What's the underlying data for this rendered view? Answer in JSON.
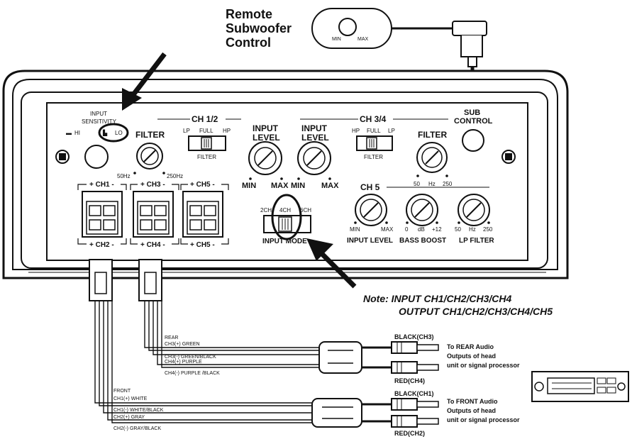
{
  "remote": {
    "title_line1": "Remote",
    "title_line2": "Subwoofer",
    "title_line3": "Control",
    "min": "MIN",
    "max": "MAX"
  },
  "panel": {
    "input_sensitivity_line1": "INPUT",
    "input_sensitivity_line2": "SENSITIVITY",
    "hi": "HI",
    "lo": "LO",
    "filter_label": "FILTER",
    "freq_low": "50Hz",
    "freq_high": "250Hz",
    "ch12": {
      "title": "CH 1/2",
      "lp": "LP",
      "full": "FULL",
      "hp": "HP",
      "filter": "FILTER"
    },
    "input_level_left": {
      "line1": "INPUT",
      "line2": "LEVEL",
      "min": "MIN",
      "max": "MAX"
    },
    "input_level_right": {
      "line1": "INPUT",
      "line2": "LEVEL",
      "min": "MIN",
      "max": "MAX"
    },
    "ch34": {
      "title": "CH 3/4",
      "hp": "HP",
      "full": "FULL",
      "lp": "LP",
      "filter": "FILTER"
    },
    "filter_right": {
      "label": "FILTER",
      "low": "50",
      "unit": "Hz",
      "high": "250"
    },
    "sub_control": {
      "line1": "SUB",
      "line2": "CONTROL"
    },
    "ch5": {
      "title": "CH 5",
      "input_level": {
        "min": "MIN",
        "max": "MAX",
        "label": "INPUT LEVEL"
      },
      "bass_boost": {
        "low": "0",
        "unit": "dB",
        "high": "+12",
        "label": "BASS BOOST"
      },
      "lp_filter": {
        "low": "50",
        "unit": "Hz",
        "high": "250",
        "label": "LP FILTER"
      }
    },
    "input_mode": {
      "opt1": "2CH",
      "opt2": "4CH",
      "opt3": "6CH",
      "label": "INPUT MODE"
    },
    "connectors": {
      "ch1": "+ CH1 -",
      "ch2": "+ CH2 -",
      "ch3": "+ CH3 -",
      "ch4": "+ CH4 -",
      "ch5_top": "+ CH5 -",
      "ch5_bottom": "+ CH5 -"
    }
  },
  "note": {
    "line1": "Note: INPUT CH1/CH2/CH3/CH4",
    "line2": "OUTPUT CH1/CH2/CH3/CH4/CH5"
  },
  "rear": {
    "title": "REAR",
    "w1": "CH3(+) GREEN",
    "w2": "CH3(-) GREEN/BLACK",
    "w3": "CH4(+) PURPLE",
    "w4": "CH4(-) PURPLE /BLACK",
    "rca_top": "BLACK(CH3)",
    "rca_bottom": "RED(CH4)",
    "dest_line1": "To REAR Audio",
    "dest_line2": "Outputs of head",
    "dest_line3": "unit or signal processor"
  },
  "front": {
    "title": "FRONT",
    "w1": "CH1(+) WHITE",
    "w2": "CH1(-) WHITE/BLACK",
    "w3": "CH2(+) GRAY",
    "w4": "CH2(-) GRAY/BLACK",
    "rca_top": "BLACK(CH1)",
    "rca_bottom": "RED(CH2)",
    "dest_line1": "To FRONT Audio",
    "dest_line2": "Outputs of head",
    "dest_line3": "unit or signal processor"
  }
}
